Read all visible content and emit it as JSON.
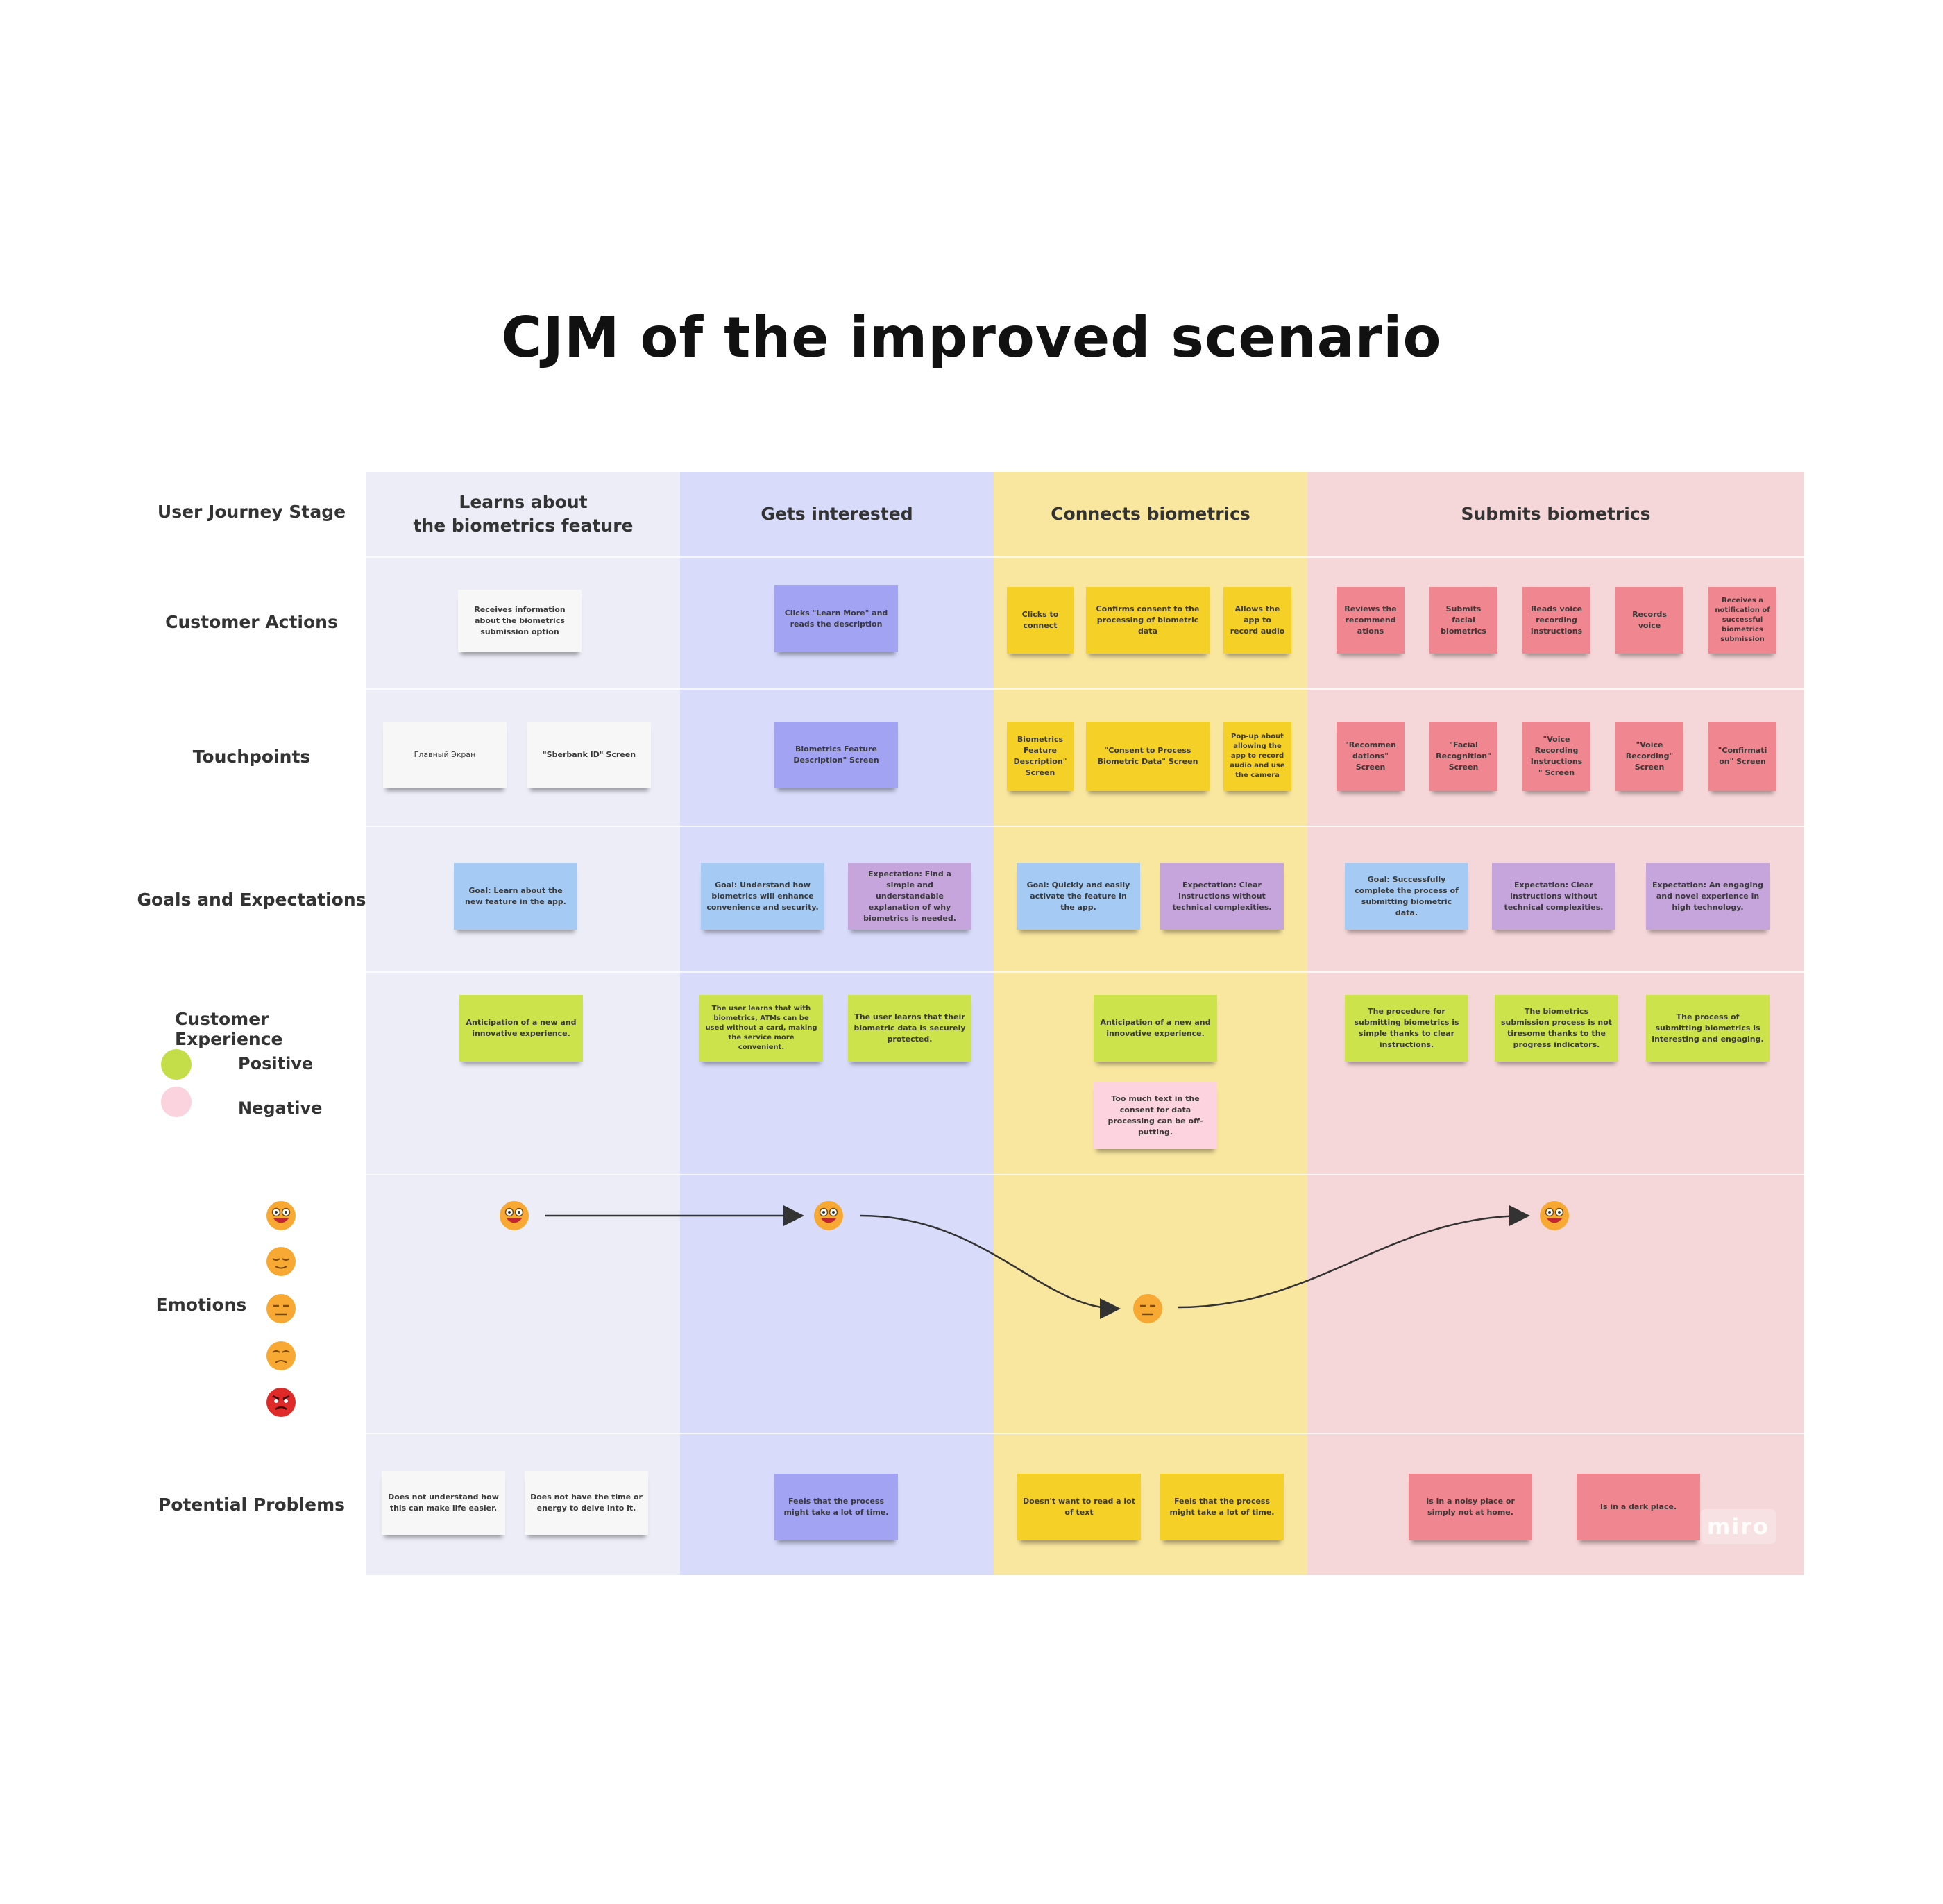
{
  "title": "CJM of the improved scenario",
  "colors": {
    "col1": "#ecedf7",
    "col2": "#d8dcfa",
    "col3": "#f9e69f",
    "col4": "#f6d7d9",
    "positive": "#c4de4a",
    "negative": "#fbd3df"
  },
  "rows": {
    "stage": "User Journey Stage",
    "actions": "Customer Actions",
    "touchpoints": "Touchpoints",
    "goals": "Goals and Expectations",
    "experience": "Customer Experience",
    "emotions": "Emotions",
    "problems": "Potential Problems"
  },
  "legend": {
    "positive": "Positive",
    "negative": "Negative"
  },
  "stages": [
    "Learns about\nthe biometrics feature",
    "Gets interested",
    "Connects biometrics",
    "Submits biometrics"
  ],
  "notes": {
    "a1": "Receives information about the biometrics submission option",
    "a2": "Clicks \"Learn More\" and reads the description",
    "a3": "Clicks to connect",
    "a4": "Confirms consent to the processing of biometric data",
    "a5": "Allows the app to record audio",
    "a6": "Reviews the recommend ations",
    "a7": "Submits facial biometrics",
    "a8": "Reads voice recording instructions",
    "a9": "Records voice",
    "a10": "Receives a notification of successful biometrics submission",
    "t1": "Главный Экран",
    "t2": "\"Sberbank ID\" Screen",
    "t3": "Biometrics Feature Description\" Screen",
    "t4": "Biometrics Feature Description\" Screen",
    "t5": "\"Consent to Process Biometric Data\" Screen",
    "t6": "Pop-up about allowing the app to record audio and use the camera",
    "t7": "\"Recommen dations\" Screen",
    "t8": "\"Facial Recognition\" Screen",
    "t9": "\"Voice Recording Instructions \" Screen",
    "t10": "\"Voice Recording\" Screen",
    "t11": "\"Confirmati on\" Screen",
    "g1": "Goal: Learn about the new feature in the app.",
    "g2": "Goal: Understand how biometrics will enhance convenience and security.",
    "g3": "Expectation: Find a simple and understandable explanation of why biometrics is needed.",
    "g4": "Goal: Quickly and easily activate the feature in the app.",
    "g5": "Expectation: Clear instructions without technical complexities.",
    "g6": "Goal: Successfully complete the process of submitting biometric data.",
    "g7": "Expectation: Clear instructions without technical complexities.",
    "g8": "Expectation: An engaging and novel experience in high technology.",
    "e1": "Anticipation of a new and innovative experience.",
    "e2": "The user learns that with biometrics, ATMs can be used without a card, making the service more convenient.",
    "e3": "The user learns that their biometric data is securely protected.",
    "e4": "Anticipation of a new and innovative experience.",
    "e5": "Too much text in the consent for data processing can be off-putting.",
    "e6": "The procedure for submitting biometrics is simple thanks to clear instructions.",
    "e7": "The biometrics submission process is not tiresome thanks to the progress indicators.",
    "e8": "The process of submitting biometrics is interesting and engaging.",
    "p1": "Does not understand how this can make life easier.",
    "p2": "Does not have the time or energy to delve into it.",
    "p3": "Feels that the process might take a lot of time.",
    "p4": "Doesn't want to read a lot of text",
    "p5": "Feels that the process might take a lot of time.",
    "p6": "Is in a noisy place or simply not at home.",
    "p7": "Is in a dark place."
  },
  "emotion_scale": [
    "delighted",
    "relieved",
    "neutral",
    "sad",
    "angry"
  ],
  "emotion_path": [
    {
      "stage": "Learns about the biometrics feature",
      "level": "delighted"
    },
    {
      "stage": "Gets interested",
      "level": "delighted"
    },
    {
      "stage": "Connects biometrics",
      "level": "neutral"
    },
    {
      "stage": "Submits biometrics",
      "level": "delighted"
    }
  ],
  "watermark": "miro"
}
